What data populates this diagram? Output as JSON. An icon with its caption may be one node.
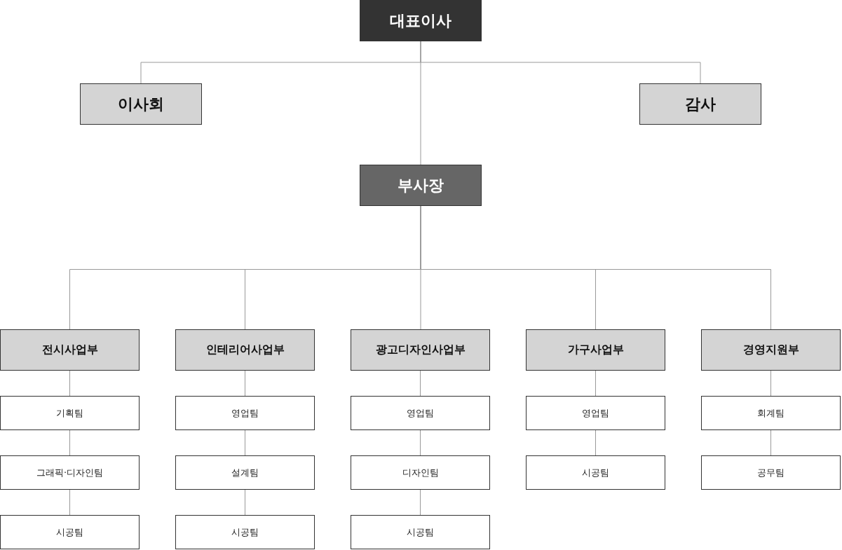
{
  "diagram": {
    "nodes": [
      {
        "text": [
          "대표이사"
        ]
      },
      {
        "text": [
          "이사회"
        ]
      },
      {
        "text": [
          "감사"
        ]
      },
      {
        "text": [
          "부사장"
        ]
      },
      {
        "text": [
          "전시사업부"
        ]
      },
      {
        "text": [
          "기획팀"
        ]
      },
      {
        "text": [
          "그래픽·디자인팀"
        ]
      },
      {
        "text": [
          "시공팀"
        ]
      },
      {
        "text": [
          "인테리어사업부"
        ]
      },
      {
        "text": [
          "영업팀"
        ]
      },
      {
        "text": [
          "설계팀"
        ]
      },
      {
        "text": [
          "시공팀"
        ]
      },
      {
        "text": [
          "광고디자인사업부"
        ]
      },
      {
        "text": [
          "영업팀"
        ]
      },
      {
        "text": [
          "디자인팀"
        ]
      },
      {
        "text": [
          "시공팀"
        ]
      },
      {
        "text": [
          "가구사업부"
        ]
      },
      {
        "text": [
          "영업팀"
        ]
      },
      {
        "text": [
          "시공팀"
        ]
      },
      {
        "text": [
          "경영지원부"
        ]
      },
      {
        "text": [
          "회계팀"
        ]
      },
      {
        "text": [
          "공무팀"
        ]
      }
    ],
    "edges": [
      {
        "from": 0,
        "to": 1,
        "arrow": "none"
      },
      {
        "from": 0,
        "to": 2,
        "arrow": "none"
      },
      {
        "from": 0,
        "to": 3,
        "arrow": "none"
      },
      {
        "from": 3,
        "to": 4,
        "arrow": "none"
      },
      {
        "from": 3,
        "to": 8,
        "arrow": "none"
      },
      {
        "from": 3,
        "to": 12,
        "arrow": "none"
      },
      {
        "from": 3,
        "to": 16,
        "arrow": "none"
      },
      {
        "from": 3,
        "to": 19,
        "arrow": "none"
      },
      {
        "from": 4,
        "to": 5,
        "arrow": "none"
      },
      {
        "from": 5,
        "to": 6,
        "arrow": "none"
      },
      {
        "from": 6,
        "to": 7,
        "arrow": "none"
      },
      {
        "from": 8,
        "to": 9,
        "arrow": "none"
      },
      {
        "from": 9,
        "to": 10,
        "arrow": "none"
      },
      {
        "from": 10,
        "to": 11,
        "arrow": "none"
      },
      {
        "from": 12,
        "to": 13,
        "arrow": "none"
      },
      {
        "from": 13,
        "to": 14,
        "arrow": "none"
      },
      {
        "from": 14,
        "to": 15,
        "arrow": "none"
      },
      {
        "from": 16,
        "to": 17,
        "arrow": "none"
      },
      {
        "from": 17,
        "to": 18,
        "arrow": "none"
      },
      {
        "from": 19,
        "to": 20,
        "arrow": "none"
      },
      {
        "from": 20,
        "to": 21,
        "arrow": "none"
      }
    ]
  }
}
